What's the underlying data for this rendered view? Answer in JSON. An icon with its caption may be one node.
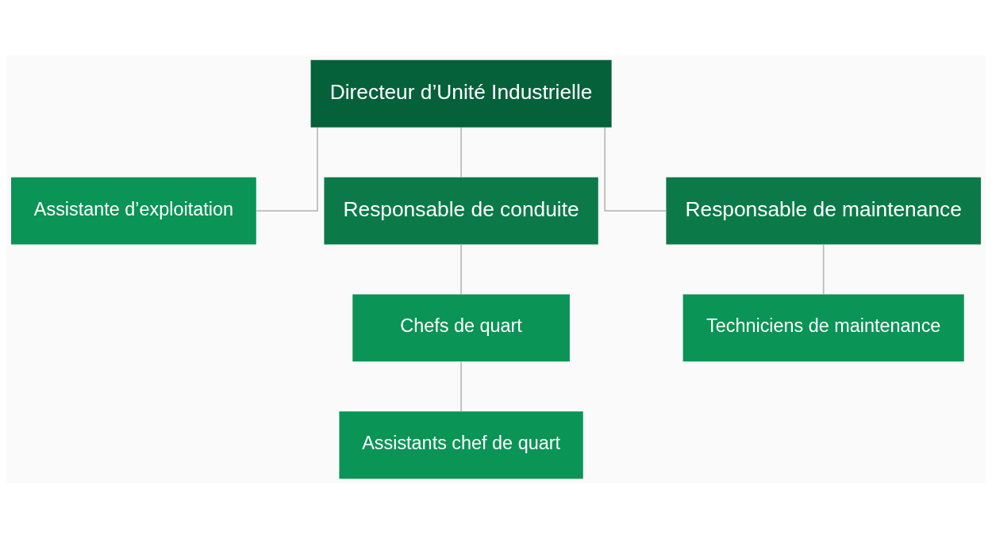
{
  "diagram": {
    "nodes": [
      {
        "text": [
          "Directeur d’Unité Industrielle"
        ]
      },
      {
        "text": [
          "Assistante d’exploitation"
        ]
      },
      {
        "text": [
          "Responsable de conduite"
        ]
      },
      {
        "text": [
          "Responsable de maintenance"
        ]
      },
      {
        "text": [
          "Chefs de quart"
        ]
      },
      {
        "text": [
          "Assistants chef de quart"
        ]
      },
      {
        "text": [
          "Techniciens de maintenance"
        ]
      }
    ],
    "edges": [
      {
        "from": 0,
        "to": 1,
        "arrow": "none"
      },
      {
        "from": 0,
        "to": 2,
        "arrow": "none"
      },
      {
        "from": 0,
        "to": 3,
        "arrow": "none"
      },
      {
        "from": 2,
        "to": 4,
        "arrow": "none"
      },
      {
        "from": 4,
        "to": 5,
        "arrow": "none"
      },
      {
        "from": 3,
        "to": 6,
        "arrow": "none"
      }
    ]
  }
}
